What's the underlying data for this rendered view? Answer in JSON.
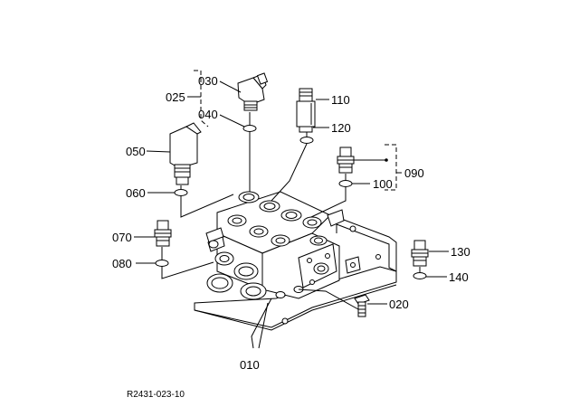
{
  "labels": {
    "p010": "010",
    "p020": "020",
    "p025": "025",
    "p030": "030",
    "p040": "040",
    "p050": "050",
    "p060": "060",
    "p070": "070",
    "p080": "080",
    "p090": "090",
    "p100": "100",
    "p110": "110",
    "p120": "120",
    "p130": "130",
    "p140": "140"
  },
  "reference_code": "R2431-023-10"
}
